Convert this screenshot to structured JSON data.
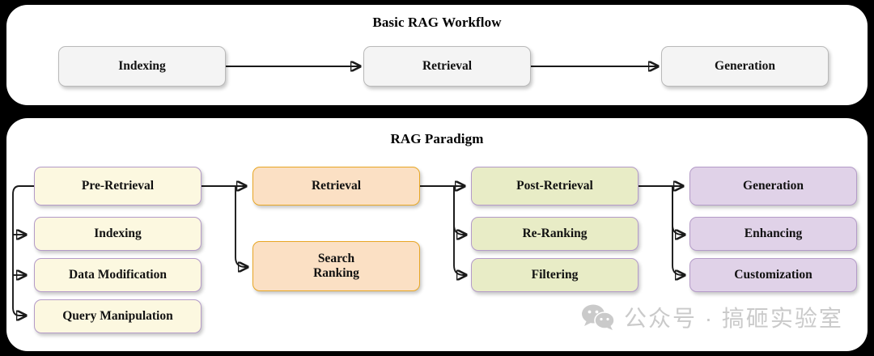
{
  "theme": {
    "page_background": "#000000",
    "panel_background": "#ffffff",
    "connector_color": "#1a1a1a",
    "palettes": {
      "gray": {
        "fill": "#f4f4f4",
        "border": "#b9b9b9"
      },
      "cream": {
        "fill": "#fcf8e0",
        "border": "#b49bc8"
      },
      "orange": {
        "fill": "#fbe0c4",
        "border": "#e8a725"
      },
      "green": {
        "fill": "#e8ecc6",
        "border": "#b49bc8"
      },
      "purple": {
        "fill": "#e0d2e8",
        "border": "#b49bc8"
      }
    }
  },
  "panels": [
    {
      "id": "basic",
      "title": "Basic RAG Workflow",
      "nodes": [
        {
          "label": "Indexing",
          "palette": "gray"
        },
        {
          "label": "Retrieval",
          "palette": "gray"
        },
        {
          "label": "Generation",
          "palette": "gray"
        }
      ]
    },
    {
      "id": "paradigm",
      "title": "RAG Paradigm",
      "columns": [
        {
          "name": "pre-retrieval",
          "palette": "cream",
          "nodes": [
            {
              "label": "Pre-Retrieval"
            },
            {
              "label": "Indexing"
            },
            {
              "label": "Data Modification"
            },
            {
              "label": "Query Manipulation"
            }
          ]
        },
        {
          "name": "retrieval",
          "palette": "orange",
          "nodes": [
            {
              "label": "Retrieval"
            },
            {
              "label": "Search",
              "label2": "Ranking"
            }
          ]
        },
        {
          "name": "post-retrieval",
          "palette": "green",
          "nodes": [
            {
              "label": "Post-Retrieval"
            },
            {
              "label": "Re-Ranking"
            },
            {
              "label": "Filtering"
            }
          ]
        },
        {
          "name": "generation",
          "palette": "purple",
          "nodes": [
            {
              "label": "Generation"
            },
            {
              "label": "Enhancing"
            },
            {
              "label": "Customization"
            }
          ]
        }
      ]
    }
  ],
  "watermark": {
    "icon": "wechat-icon",
    "text": "公众号 · 搞砸实验室",
    "color": "#c9c9c9"
  }
}
